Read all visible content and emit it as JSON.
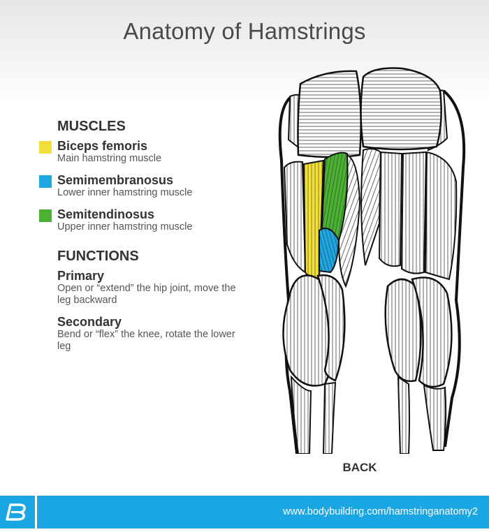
{
  "title": "Anatomy of Hamstrings",
  "muscles": {
    "heading": "MUSCLES",
    "items": [
      {
        "name": "Biceps femoris",
        "desc": "Main hamstring muscle",
        "color": "#f2df3a"
      },
      {
        "name": "Semimembranosus",
        "desc": "Lower inner hamstring muscle",
        "color": "#1ea6e0"
      },
      {
        "name": "Semitendinosus",
        "desc": "Upper inner hamstring muscle",
        "color": "#4cb034"
      }
    ]
  },
  "functions": {
    "heading": "FUNCTIONS",
    "items": [
      {
        "name": "Primary",
        "desc": "Open or “extend” the hip joint, move the leg backward"
      },
      {
        "name": "Secondary",
        "desc": "Bend or “flex” the knee, rotate the lower leg"
      }
    ]
  },
  "diagram": {
    "caption": "BACK"
  },
  "footer": {
    "url": "www.bodybuilding.com/hamstringanatomy2",
    "logo_icon": "bodybuilding-b-logo-icon"
  }
}
